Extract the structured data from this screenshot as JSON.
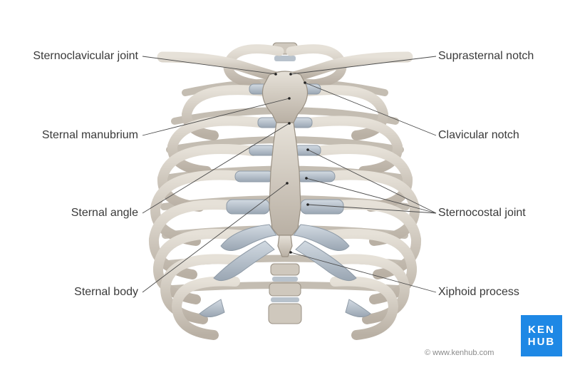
{
  "labels": {
    "sternoclavicular_joint": "Sternoclavicular joint",
    "sternal_manubrium": "Sternal manubrium",
    "sternal_angle": "Sternal angle",
    "sternal_body": "Sternal body",
    "suprasternal_notch": "Suprasternal notch",
    "clavicular_notch": "Clavicular notch",
    "sternocostal_joint": "Sternocostal joint",
    "xiphoid_process": "Xiphoid process"
  },
  "logo": {
    "line1": "KEN",
    "line2": "HUB"
  },
  "credit": "© www.kenhub.com",
  "colors": {
    "bone": "#d9d4cb",
    "bone_shadow": "#a89f92",
    "cartilage": "#b8c2cc",
    "leader_line": "#4a4a4a",
    "logo_blue": "#1e88e5"
  }
}
